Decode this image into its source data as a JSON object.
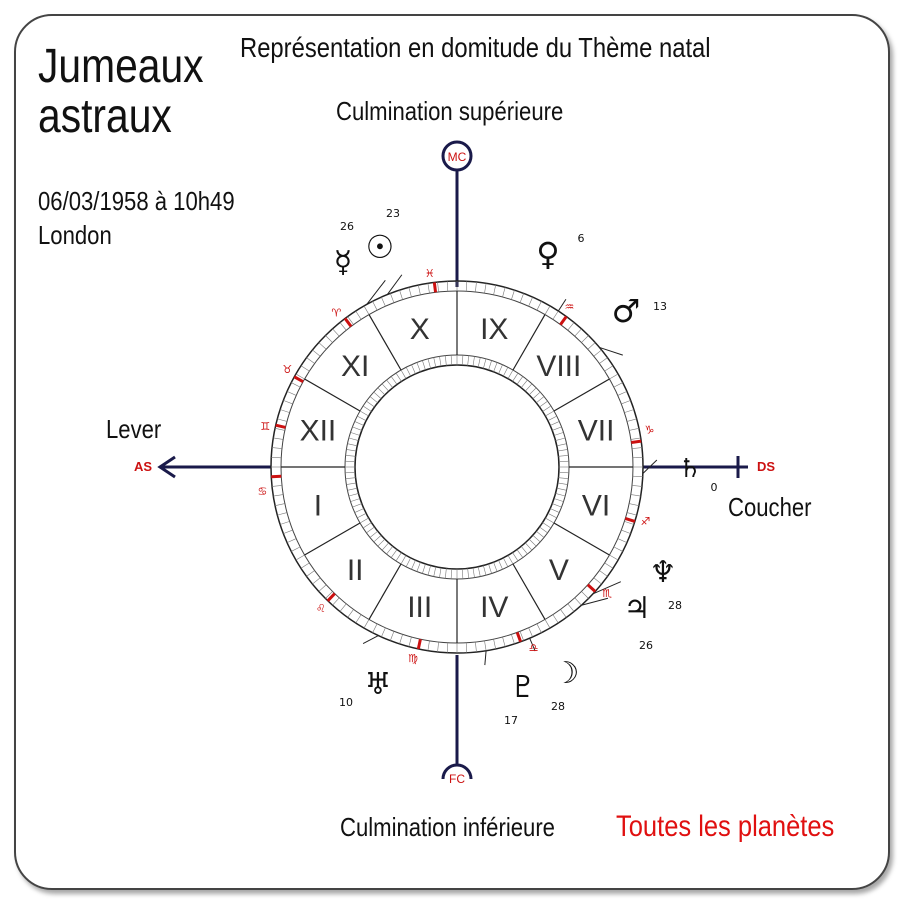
{
  "title": "Jumeaux astraux",
  "title_lines": [
    "Jumeaux",
    "astraux"
  ],
  "subtitle": "Représentation en domitude du Thème natal",
  "date": "06/03/1958 à 10h49",
  "city": "London",
  "axis_labels": {
    "mc": "MC",
    "fc": "FC",
    "as": "AS",
    "ds": "DS",
    "culmination_sup": "Culmination supérieure",
    "culmination_inf": "Culmination inférieure",
    "lever": "Lever",
    "coucher": "Coucher"
  },
  "houses": [
    "I",
    "II",
    "III",
    "IV",
    "V",
    "VI",
    "VII",
    "VIII",
    "IX",
    "X",
    "XI",
    "XII"
  ],
  "planets": [
    {
      "name": "mercury",
      "glyph": "☿",
      "degree": "26"
    },
    {
      "name": "sun",
      "glyph": "☉",
      "degree": "23"
    },
    {
      "name": "venus",
      "glyph": "♀",
      "degree": "6"
    },
    {
      "name": "mars",
      "glyph": "♂",
      "degree": "13"
    },
    {
      "name": "saturn",
      "glyph": "♄",
      "degree": "0"
    },
    {
      "name": "neptune",
      "glyph": "♆",
      "degree": "28"
    },
    {
      "name": "jupiter",
      "glyph": "♃",
      "degree": "26"
    },
    {
      "name": "moon",
      "glyph": "☽",
      "degree": "28"
    },
    {
      "name": "pluto",
      "glyph": "♇",
      "degree": "17"
    },
    {
      "name": "uranus",
      "glyph": "♅",
      "degree": "10"
    }
  ],
  "sign_glyphs": [
    "♓",
    "♈",
    "♉",
    "♊",
    "♋",
    "♌",
    "♍",
    "♎",
    "♏",
    "♐",
    "♑",
    "♒"
  ],
  "footer": "Toutes les planètes",
  "colors": {
    "axis": "#1a1a4a",
    "accent": "#cc1111",
    "text": "#111111"
  }
}
